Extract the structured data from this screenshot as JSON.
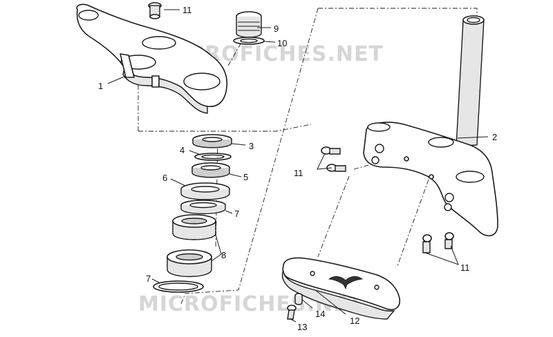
{
  "watermark": {
    "top": "MICROFICHES.NET",
    "bottom": "MICROFICHES.NET"
  },
  "callouts": [
    {
      "id": "c1",
      "label": "1"
    },
    {
      "id": "c2",
      "label": "2"
    },
    {
      "id": "c3",
      "label": "3"
    },
    {
      "id": "c4",
      "label": "4"
    },
    {
      "id": "c5",
      "label": "5"
    },
    {
      "id": "c6",
      "label": "6"
    },
    {
      "id": "c7a",
      "label": "7"
    },
    {
      "id": "c7b",
      "label": "7"
    },
    {
      "id": "c8",
      "label": "8"
    },
    {
      "id": "c9",
      "label": "9"
    },
    {
      "id": "c10",
      "label": "10"
    },
    {
      "id": "c11a",
      "label": "11"
    },
    {
      "id": "c11b",
      "label": "11"
    },
    {
      "id": "c11c",
      "label": "11"
    },
    {
      "id": "c12",
      "label": "12"
    },
    {
      "id": "c13",
      "label": "13"
    },
    {
      "id": "c14",
      "label": "14"
    }
  ]
}
